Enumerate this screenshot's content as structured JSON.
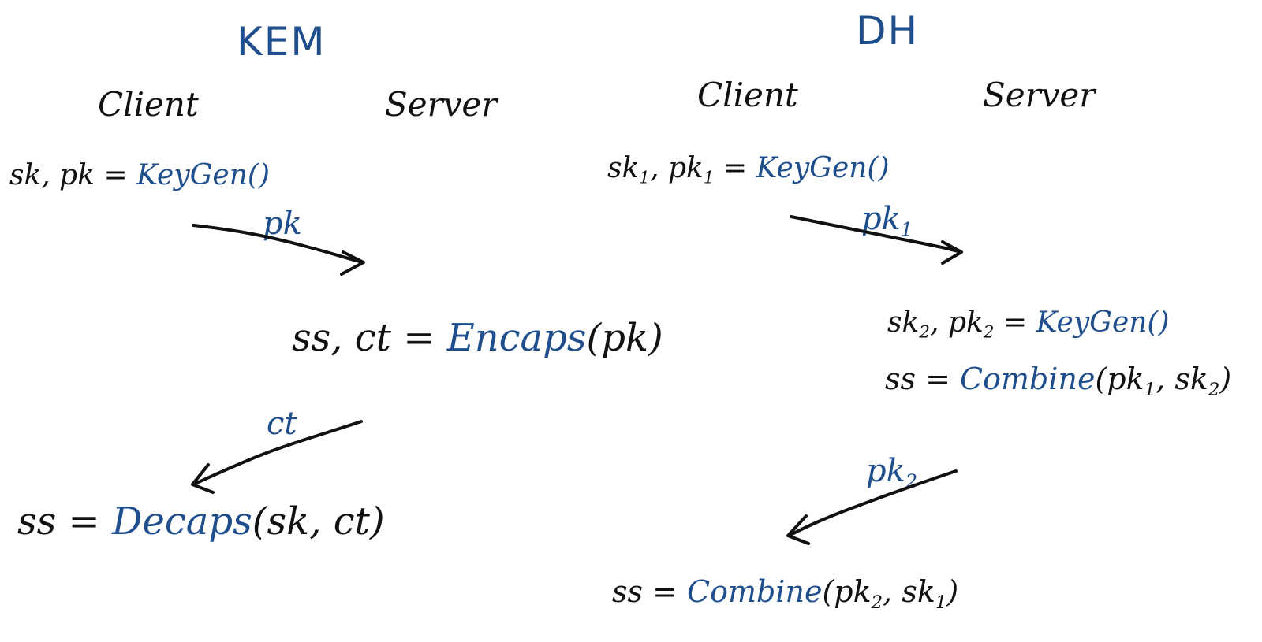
{
  "kem": {
    "title": "KEM",
    "client_label": "Client",
    "server_label": "Server",
    "keygen": {
      "lhs": "sk, pk = ",
      "fn": "KeyGen()"
    },
    "msg1": "pk",
    "encaps": {
      "lhs": "ss, ct = ",
      "fn": "Encaps",
      "args": "(pk)"
    },
    "msg2": "ct",
    "decaps": {
      "lhs": "ss = ",
      "fn": "Decaps",
      "args": "(sk, ct)"
    }
  },
  "dh": {
    "title": "DH",
    "client_label": "Client",
    "server_label": "Server",
    "client_keygen": {
      "sk": "sk",
      "sk_sub": "1",
      "sep": ", ",
      "pk": "pk",
      "pk_sub": "1",
      "eq": " = ",
      "fn": "KeyGen()"
    },
    "msg1": {
      "base": "pk",
      "sub": "1"
    },
    "server_keygen": {
      "sk": "sk",
      "sk_sub": "2",
      "sep": ", ",
      "pk": "pk",
      "pk_sub": "2",
      "eq": " = ",
      "fn": "KeyGen()"
    },
    "server_combine": {
      "lhs": "ss = ",
      "fn": "Combine",
      "open": "(",
      "a": "pk",
      "a_sub": "1",
      "sep": ", ",
      "b": "sk",
      "b_sub": "2",
      "close": ")"
    },
    "msg2": {
      "base": "pk",
      "sub": "2"
    },
    "client_combine": {
      "lhs": "ss = ",
      "fn": "Combine",
      "open": "(",
      "a": "pk",
      "a_sub": "2",
      "sep": ", ",
      "b": "sk",
      "b_sub": "1",
      "close": ")"
    }
  },
  "colors": {
    "ink_blue": "#1f4e8c",
    "ink_black": "#111111"
  }
}
